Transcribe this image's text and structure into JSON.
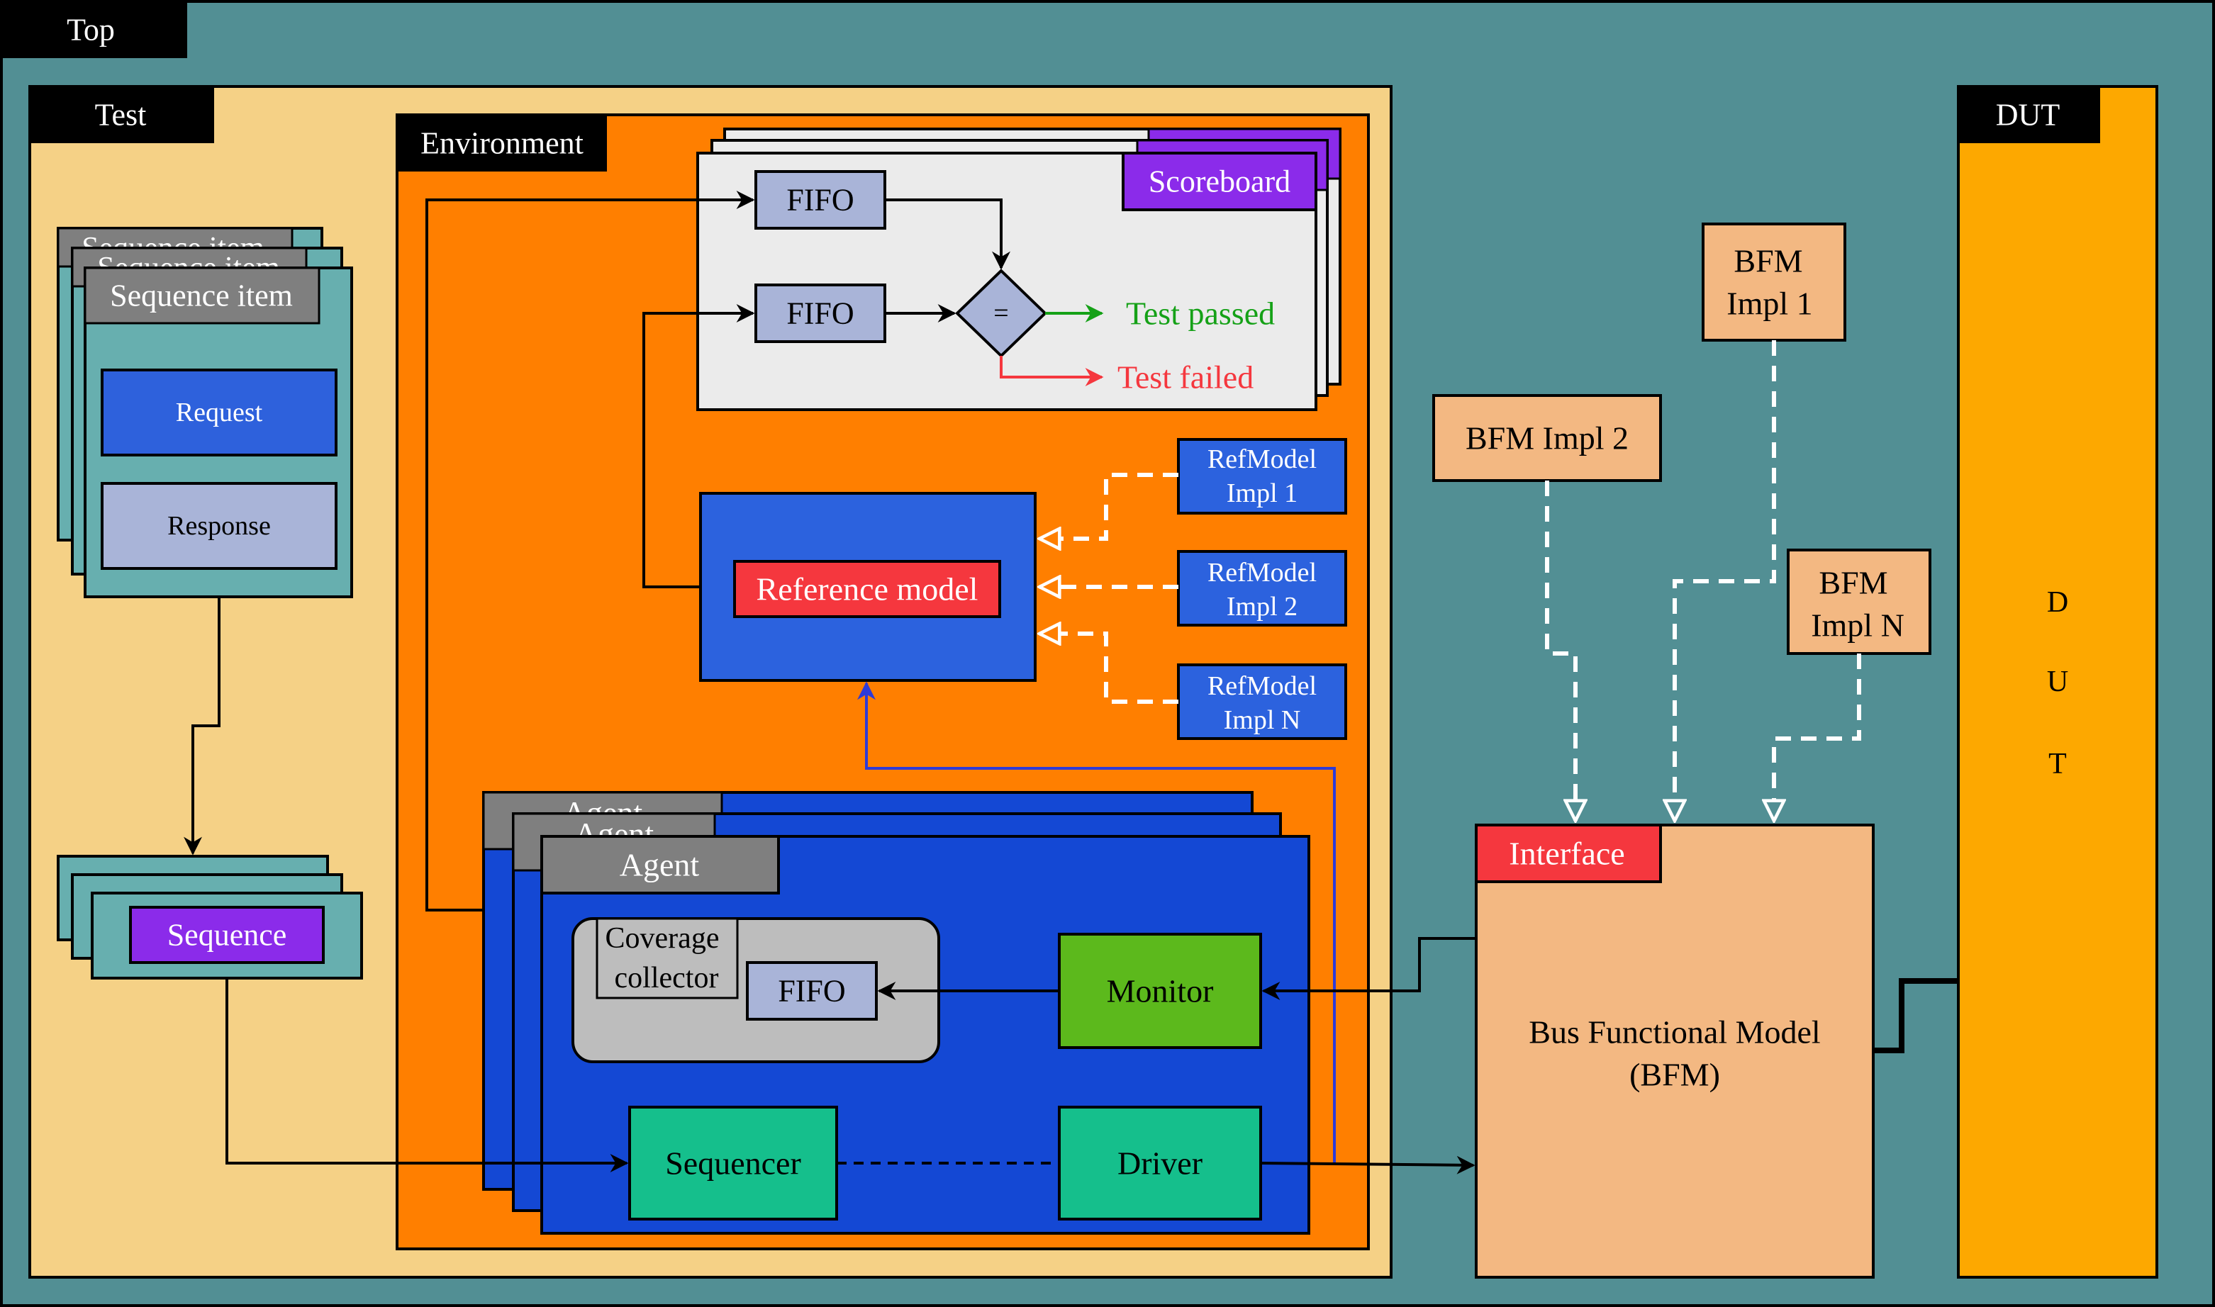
{
  "colors": {
    "top_bg": "#528F94",
    "test_bg": "#F5D186",
    "env_bg": "#FF7F00",
    "scoreboard_bg": "#EBEBEB",
    "purple": "#8B2BEA",
    "fifo": "#A9B4D8",
    "teal": "#67AFAF",
    "request": "#2E61DC",
    "agent_blue": "#1448D4",
    "grey_tab": "#7F7F7F",
    "green_monitor": "#5CB91C",
    "green_seq": "#15BF8C",
    "ref_model_box": "#2C62DE",
    "red": "#F5373E",
    "peach": "#F3B882",
    "dut_orange": "#FDA800",
    "pass_green": "#15A117",
    "fail_red": "#F5373E"
  },
  "labels": {
    "top": "Top",
    "test": "Test",
    "environment": "Environment",
    "scoreboard": "Scoreboard",
    "fifo_1": "FIFO",
    "fifo_2": "FIFO",
    "fifo_agent": "FIFO",
    "compare": "=",
    "test_passed": "Test passed",
    "test_failed": "Test failed",
    "sequence_item_back_1": "Sequence item",
    "sequence_item_back_2": "Sequence item",
    "sequence_item": "Sequence item",
    "request": "Request",
    "response": "Response",
    "sequence": "Sequence",
    "reference_model": "Reference model",
    "refmodel_1_l1": "RefModel",
    "refmodel_1_l2": "Impl 1",
    "refmodel_2_l1": "RefModel",
    "refmodel_2_l2": "Impl 2",
    "refmodel_n_l1": "RefModel",
    "refmodel_n_l2": "Impl N",
    "agent_back_1": "Agent",
    "agent_back_2": "Agent",
    "agent": "Agent",
    "coverage_l1": "Coverage",
    "coverage_l2": "collector",
    "monitor": "Monitor",
    "sequencer": "Sequencer",
    "driver": "Driver",
    "bfm_impl_1_l1": "BFM",
    "bfm_impl_1_l2": "Impl 1",
    "bfm_impl_2": "BFM Impl 2",
    "bfm_impl_n_l1": "BFM",
    "bfm_impl_n_l2": "Impl N",
    "interface": "Interface",
    "bfm_l1": "Bus Functional Model",
    "bfm_l2": "(BFM)",
    "dut": "DUT",
    "dut_v1": "D",
    "dut_v2": "U",
    "dut_v3": "T"
  }
}
